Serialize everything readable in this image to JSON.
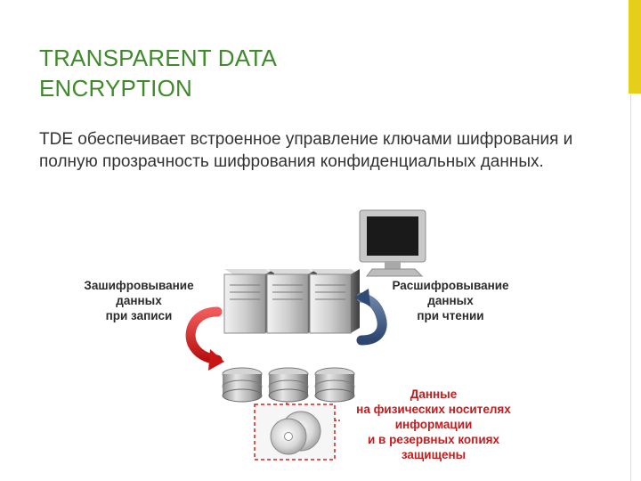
{
  "slide": {
    "title_lines": [
      "TRANSPARENT DATA",
      "ENCRYPTION"
    ],
    "body": "TDE обеспечивает встроенное управление ключами шифрования и полную прозрачность шифрования конфиденциальных данных.",
    "accent_color": "#e6cf1a",
    "title_color": "#3f8a2a"
  },
  "diagram": {
    "encrypt_label": [
      "Зашифровывание",
      "данных",
      "при записи"
    ],
    "decrypt_label": [
      "Расшифровывание",
      "данных",
      "при чтении"
    ],
    "protected_label": [
      "Данные",
      "на физических носителях",
      "информации",
      "и в резервных копиях",
      "защищены"
    ],
    "icons": [
      "monitor-icon",
      "server-icon",
      "database-disk-icon",
      "optical-disc-icon",
      "arrow-curved-red-icon",
      "arrow-curved-blue-icon"
    ],
    "encrypt_color": "#d42020",
    "decrypt_color": "#3d5a86"
  }
}
